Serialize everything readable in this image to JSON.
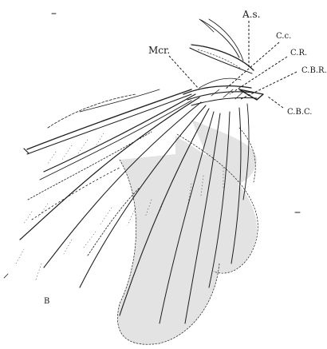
{
  "labels": {
    "as": "A.s.",
    "mcr": "Mcr.",
    "cc": "C.c.",
    "cr": "C.R.",
    "cbr": "C.B.R.",
    "cbc": "C.B.C.",
    "plate_mark": "B"
  }
}
